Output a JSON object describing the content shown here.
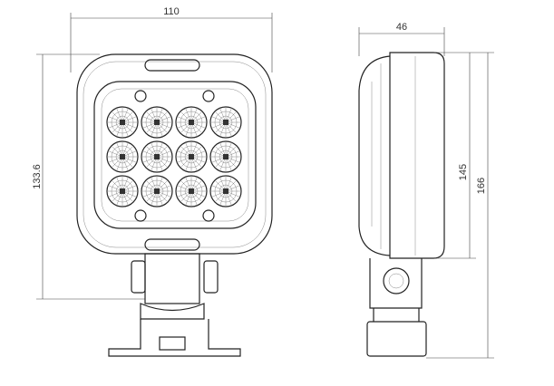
{
  "dimensions": {
    "front_width": "110",
    "front_height": "133.6",
    "side_depth": "46",
    "side_body_height": "145",
    "side_total_height": "166"
  },
  "led_grid": {
    "rows": 3,
    "cols": 4
  }
}
